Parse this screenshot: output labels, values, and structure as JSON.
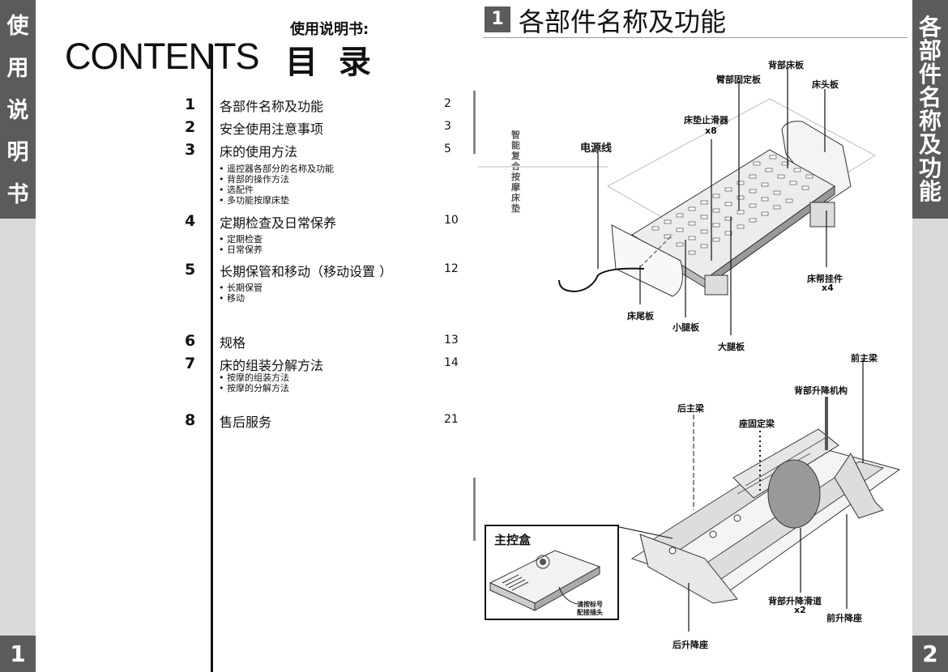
{
  "left_sidebar": {
    "chars": [
      "使",
      "用",
      "说",
      "明",
      "书"
    ],
    "page_number": "1"
  },
  "right_sidebar": {
    "chars": [
      "各",
      "部",
      "件",
      "名",
      "称",
      "及",
      "功",
      "能"
    ],
    "page_number": "2"
  },
  "toc": {
    "english_title": "CONTENTS",
    "subtitle": "使用说明书:",
    "chinese_title": "目 录",
    "items": [
      {
        "num": "1",
        "title": "各部件名称及功能",
        "page": "2",
        "subs": []
      },
      {
        "num": "2",
        "title": "安全使用注意事项",
        "page": "3",
        "subs": []
      },
      {
        "num": "3",
        "title": "床的使用方法",
        "page": "5",
        "subs": [
          "• 遥控器各部分的名称及功能",
          "• 背部的操作方法",
          "• 选配件",
          "• 多功能按摩床垫"
        ]
      },
      {
        "num": "4",
        "title": "定期检查及日常保养",
        "page": "10",
        "subs": [
          "• 定期检查",
          "• 日常保养"
        ]
      },
      {
        "num": "5",
        "title": "长期保管和移动（移动设置 ）",
        "page": "12",
        "subs": [
          "• 长期保管",
          "• 移动"
        ]
      },
      {
        "num": "6",
        "title": "规格",
        "page": "13",
        "subs": []
      },
      {
        "num": "7",
        "title": "床的组装分解方法",
        "page": "14",
        "subs": [
          "• 按摩的组装方法",
          "• 按摩的分解方法"
        ]
      },
      {
        "num": "8",
        "title": "售后服务",
        "page": "21",
        "subs": []
      }
    ]
  },
  "section": {
    "number": "1",
    "title": "各部件名称及功能"
  },
  "mattress_label": "智能复合按摩床垫",
  "top_labels": {
    "back_board": "背部床板",
    "arm_plate": "臂部固定板",
    "head_board": "床头板",
    "slider": "床垫止滑器",
    "slider_qty": "x8",
    "power_cord": "电源线",
    "side_hook": "床帮挂件",
    "side_hook_qty": "x4",
    "foot_board": "床尾板",
    "calf_board": "小腿板",
    "thigh_board": "大腿板"
  },
  "bottom_labels": {
    "front_beam": "前主梁",
    "back_lift": "背部升降机构",
    "rear_beam": "后主梁",
    "seat_beam": "座固定梁",
    "lift_rail": "背部升降滑道",
    "lift_rail_qty": "x2",
    "front_base": "前升降座",
    "rear_base": "后升降座"
  },
  "control_box": {
    "title": "主控盒",
    "note_line1": "请按标号",
    "note_line2": "配接插头"
  }
}
